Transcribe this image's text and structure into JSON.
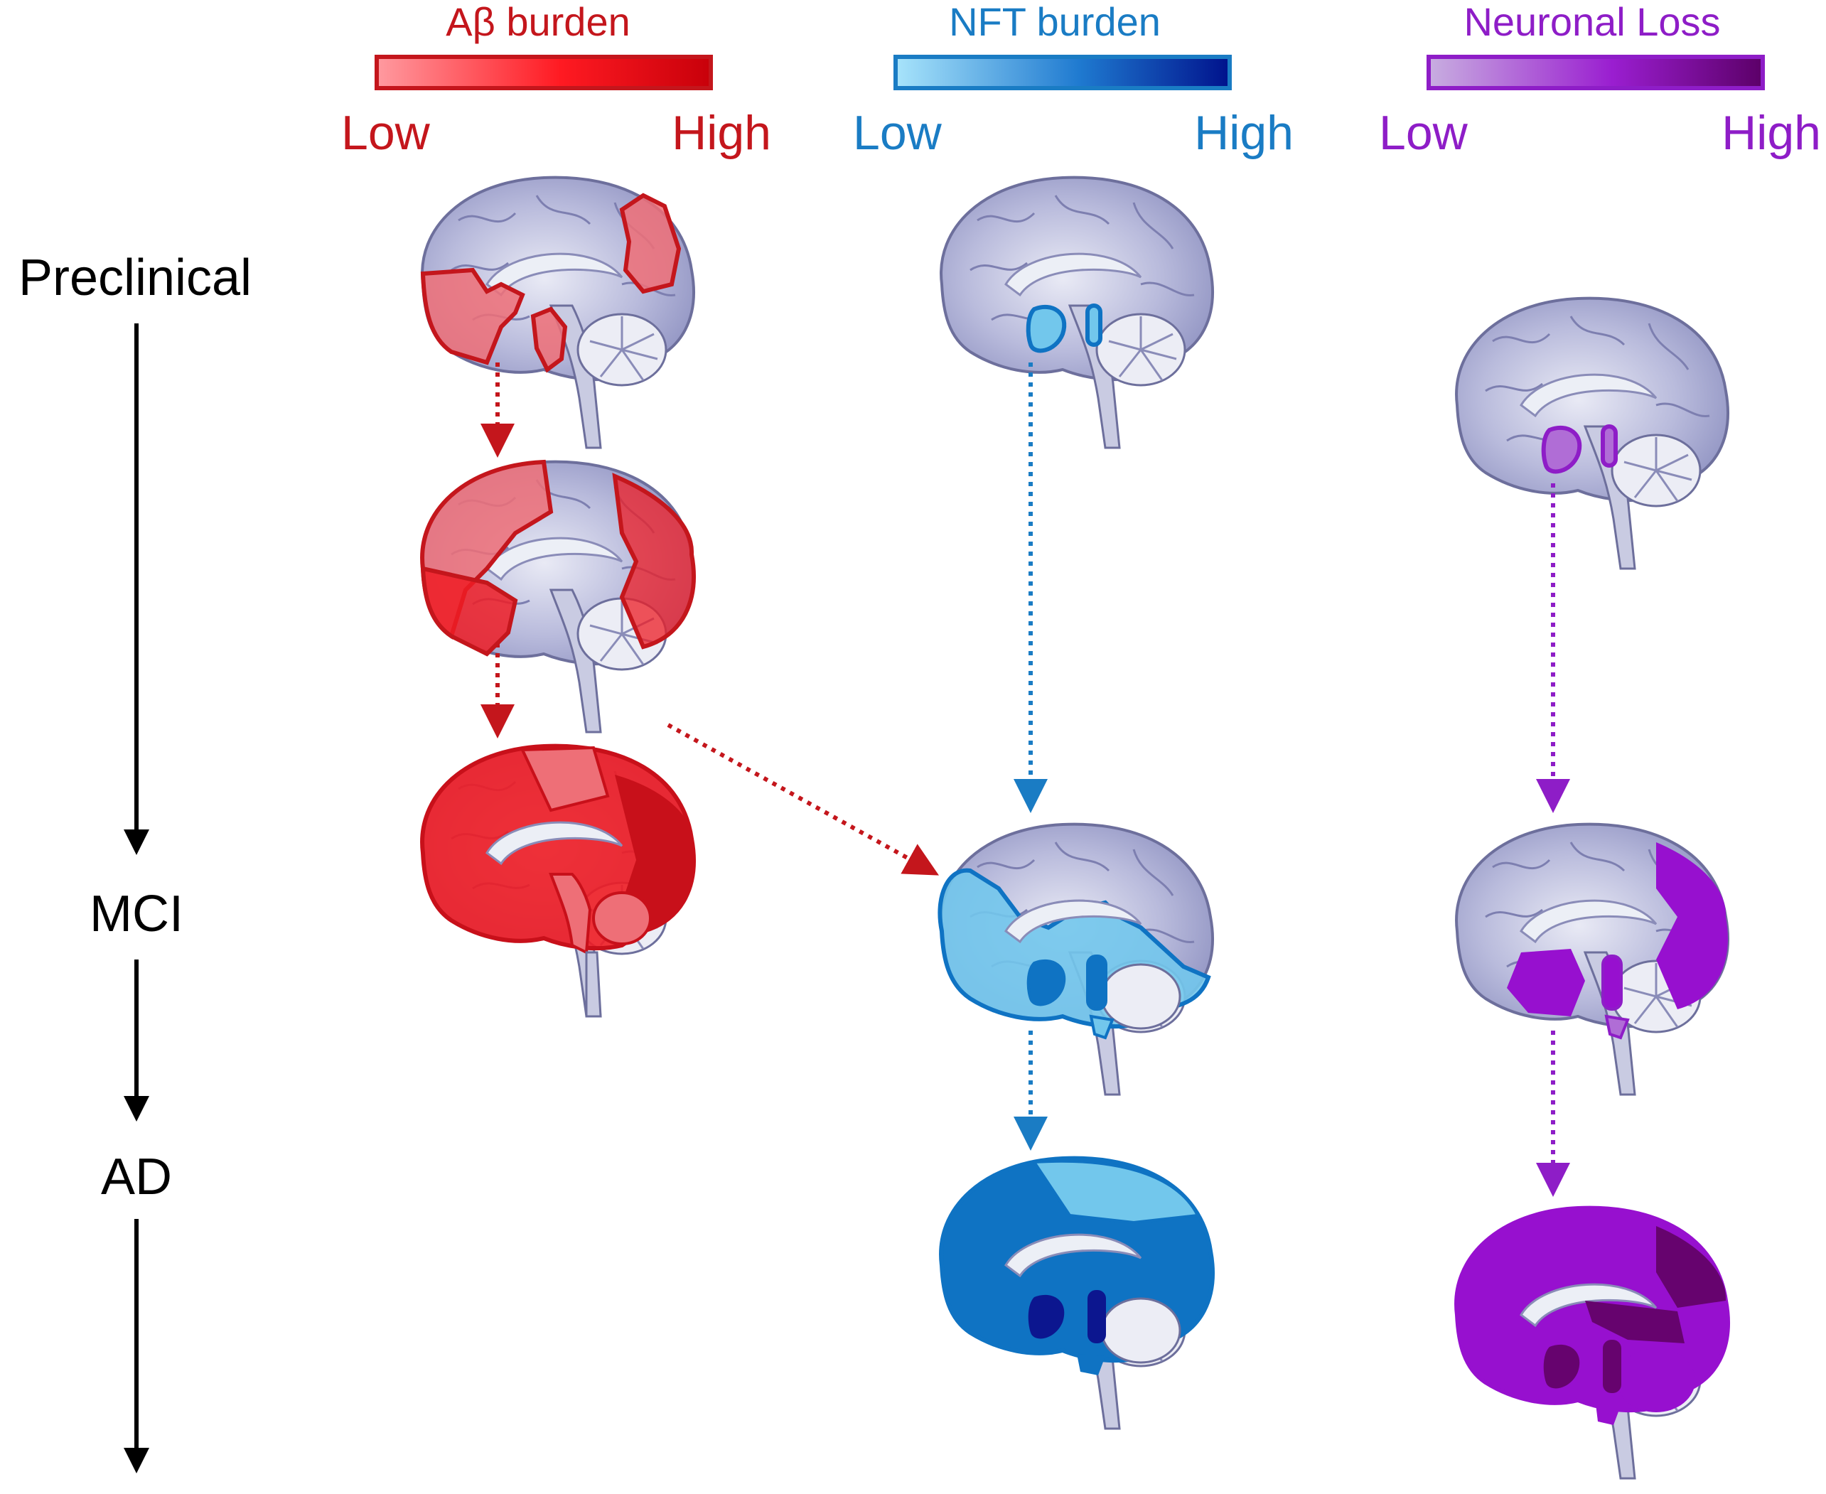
{
  "stages": {
    "preclinical": "Preclinical",
    "mci": "MCI",
    "ad": "AD"
  },
  "legends": {
    "abeta": {
      "title": "Aβ burden",
      "low": "Low",
      "high": "High",
      "color": "#c4161c",
      "grad_from": "#ff9aa0",
      "grad_to": "#c8000a"
    },
    "nft": {
      "title": "NFT burden",
      "low": "Low",
      "high": "High",
      "color": "#1a7cc4",
      "grad_from": "#a8e4fb",
      "grad_to": "#00128c"
    },
    "neuronal": {
      "title": "Neuronal Loss",
      "low": "Low",
      "high": "High",
      "color": "#8e1dc7",
      "grad_from": "#c8aee0",
      "grad_to": "#5c0068"
    }
  },
  "colors": {
    "brain_base": "#a7a9d0",
    "brain_edge": "#6d6f9c",
    "brain_inner": "#eceff6",
    "abeta_light": "#ee6f77",
    "abeta_mid": "#ee1c24",
    "abeta_dark": "#c8101a",
    "nft_light": "#72c7ec",
    "nft_mid": "#0f73c3",
    "nft_dark": "#0c168f",
    "neu_mid": "#9710cf",
    "neu_dark": "#66036e"
  }
}
